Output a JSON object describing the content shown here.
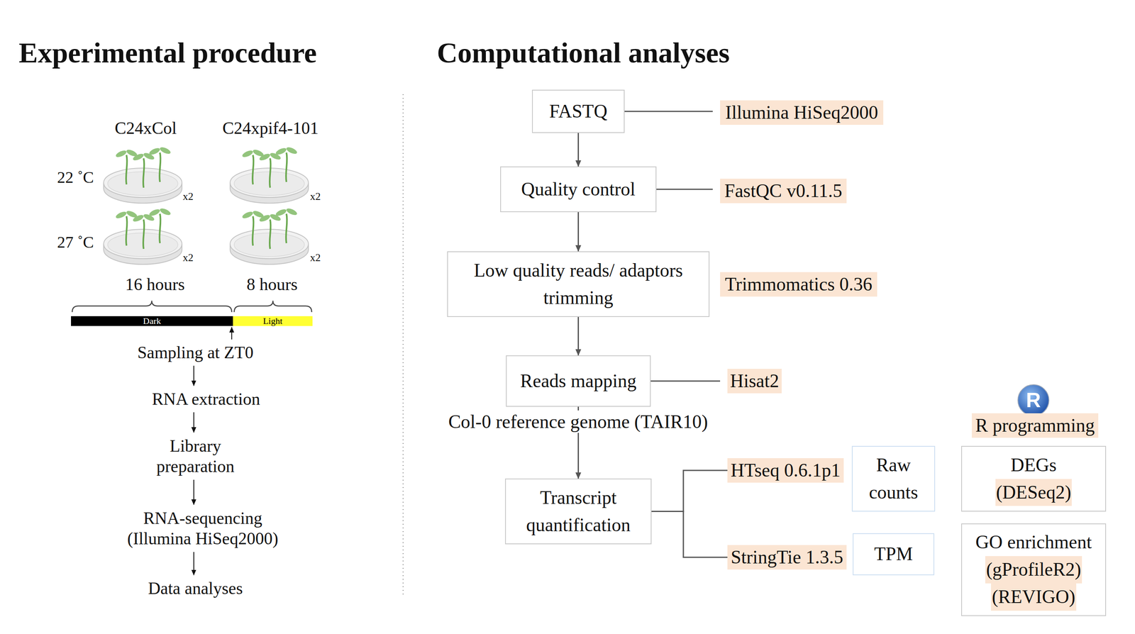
{
  "diagram": {
    "nodes": [
      {
        "text": [
          "Dark"
        ]
      },
      {
        "text": [
          "Light"
        ]
      },
      {
        "text": [
          "Sampling at ZT0"
        ]
      },
      {
        "text": [
          "RNA extraction"
        ]
      },
      {
        "text": [
          "Library preparation"
        ]
      },
      {
        "text": [
          "RNA-sequencing (Illumina HiSeq2000)"
        ]
      },
      {
        "text": [
          "Data analyses"
        ]
      },
      {
        "text": [
          "FASTQ"
        ]
      },
      {
        "text": [
          "Illumina HiSeq2000"
        ]
      },
      {
        "text": [
          "Quality control"
        ]
      },
      {
        "text": [
          "FastQC v0.11.5"
        ]
      },
      {
        "text": [
          "Low quality reads/ adaptors trimming"
        ]
      },
      {
        "text": [
          "Trimmomatics 0.36"
        ]
      },
      {
        "text": [
          "Reads mapping"
        ]
      },
      {
        "text": [
          "Hisat2"
        ]
      },
      {
        "text": [
          "R programming"
        ]
      },
      {
        "text": [
          "HTseq 0.6.1p1"
        ]
      },
      {
        "text": [
          "Raw counts"
        ]
      },
      {
        "text": [
          "DEGs",
          "(DESeq2)"
        ]
      },
      {
        "text": [
          "Transcript quantification"
        ]
      },
      {
        "text": [
          "StringTie 1.3.5"
        ]
      },
      {
        "text": [
          "TPM"
        ]
      },
      {
        "text": [
          "GO enrichment",
          "(gProfileR2)",
          "(REVIGO)"
        ]
      }
    ],
    "edges": [
      {
        "from": 2,
        "to": 3,
        "arrow": "to"
      },
      {
        "from": 3,
        "to": 4,
        "arrow": "to"
      },
      {
        "from": 4,
        "to": 5,
        "arrow": "to"
      },
      {
        "from": 5,
        "to": 6,
        "arrow": "to"
      },
      {
        "from": 7,
        "to": 9,
        "arrow": "to"
      },
      {
        "from": 9,
        "to": 11,
        "arrow": "to"
      },
      {
        "from": 11,
        "to": 13,
        "arrow": "to"
      },
      {
        "from": 13,
        "to": 19,
        "arrow": "to"
      },
      {
        "from": 7,
        "to": 8,
        "arrow": "none"
      },
      {
        "from": 9,
        "to": 10,
        "arrow": "none"
      },
      {
        "from": 13,
        "to": 14,
        "arrow": "none"
      },
      {
        "from": 19,
        "to": 16,
        "arrow": "none"
      },
      {
        "from": 19,
        "to": 20,
        "arrow": "none"
      }
    ],
    "labels": [
      "Experimental procedure",
      "Computational analyses",
      "C24xCol",
      "C24xpif4-101",
      "22 ˚C",
      "27 ˚C",
      "x2",
      "x2",
      "x2",
      "x2",
      "16 hours",
      "8 hours",
      "Col-0 reference genome (TAIR10)",
      "R"
    ]
  }
}
